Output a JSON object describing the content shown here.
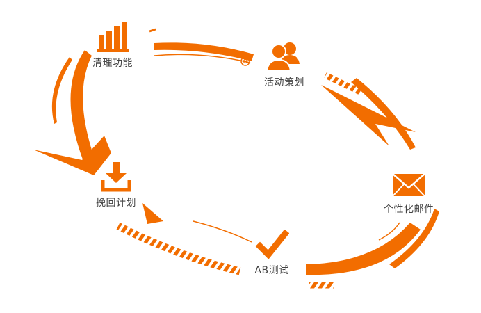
{
  "diagram": {
    "accent_color": "#f26d00",
    "nodes": [
      {
        "id": "cleanup",
        "label": "清理功能",
        "icon": "bar-chart-icon"
      },
      {
        "id": "campaign",
        "label": "活动策划",
        "icon": "users-icon"
      },
      {
        "id": "personalized_email",
        "label": "个性化邮件",
        "icon": "envelope-icon"
      },
      {
        "id": "ab_test",
        "label": "AB测试",
        "icon": "checkmark-icon"
      },
      {
        "id": "recall_plan",
        "label": "挽回计划",
        "icon": "download-icon"
      }
    ]
  }
}
